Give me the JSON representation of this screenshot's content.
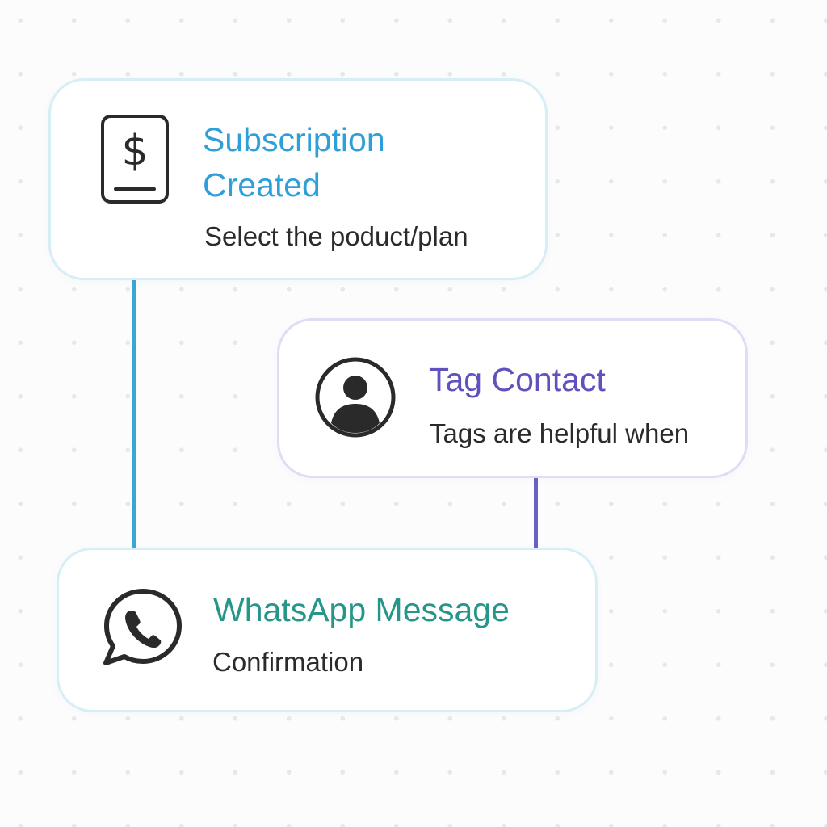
{
  "colors": {
    "subscription_accent": "#2f9fd8",
    "tag_accent": "#5f52bd",
    "whatsapp_accent": "#27968a",
    "subtitle_text": "#2b2b2b",
    "icon_stroke": "#2a2a2a"
  },
  "nodes": {
    "subscription": {
      "icon": "dollar-receipt-icon",
      "title": "Subscription\nCreated",
      "subtitle": "Select the poduct/plan"
    },
    "tag": {
      "icon": "user-avatar-icon",
      "title": "Tag Contact",
      "subtitle": "Tags are helpful when"
    },
    "whatsapp": {
      "icon": "whatsapp-icon",
      "title": "WhatsApp Message",
      "subtitle": "Confirmation"
    }
  }
}
